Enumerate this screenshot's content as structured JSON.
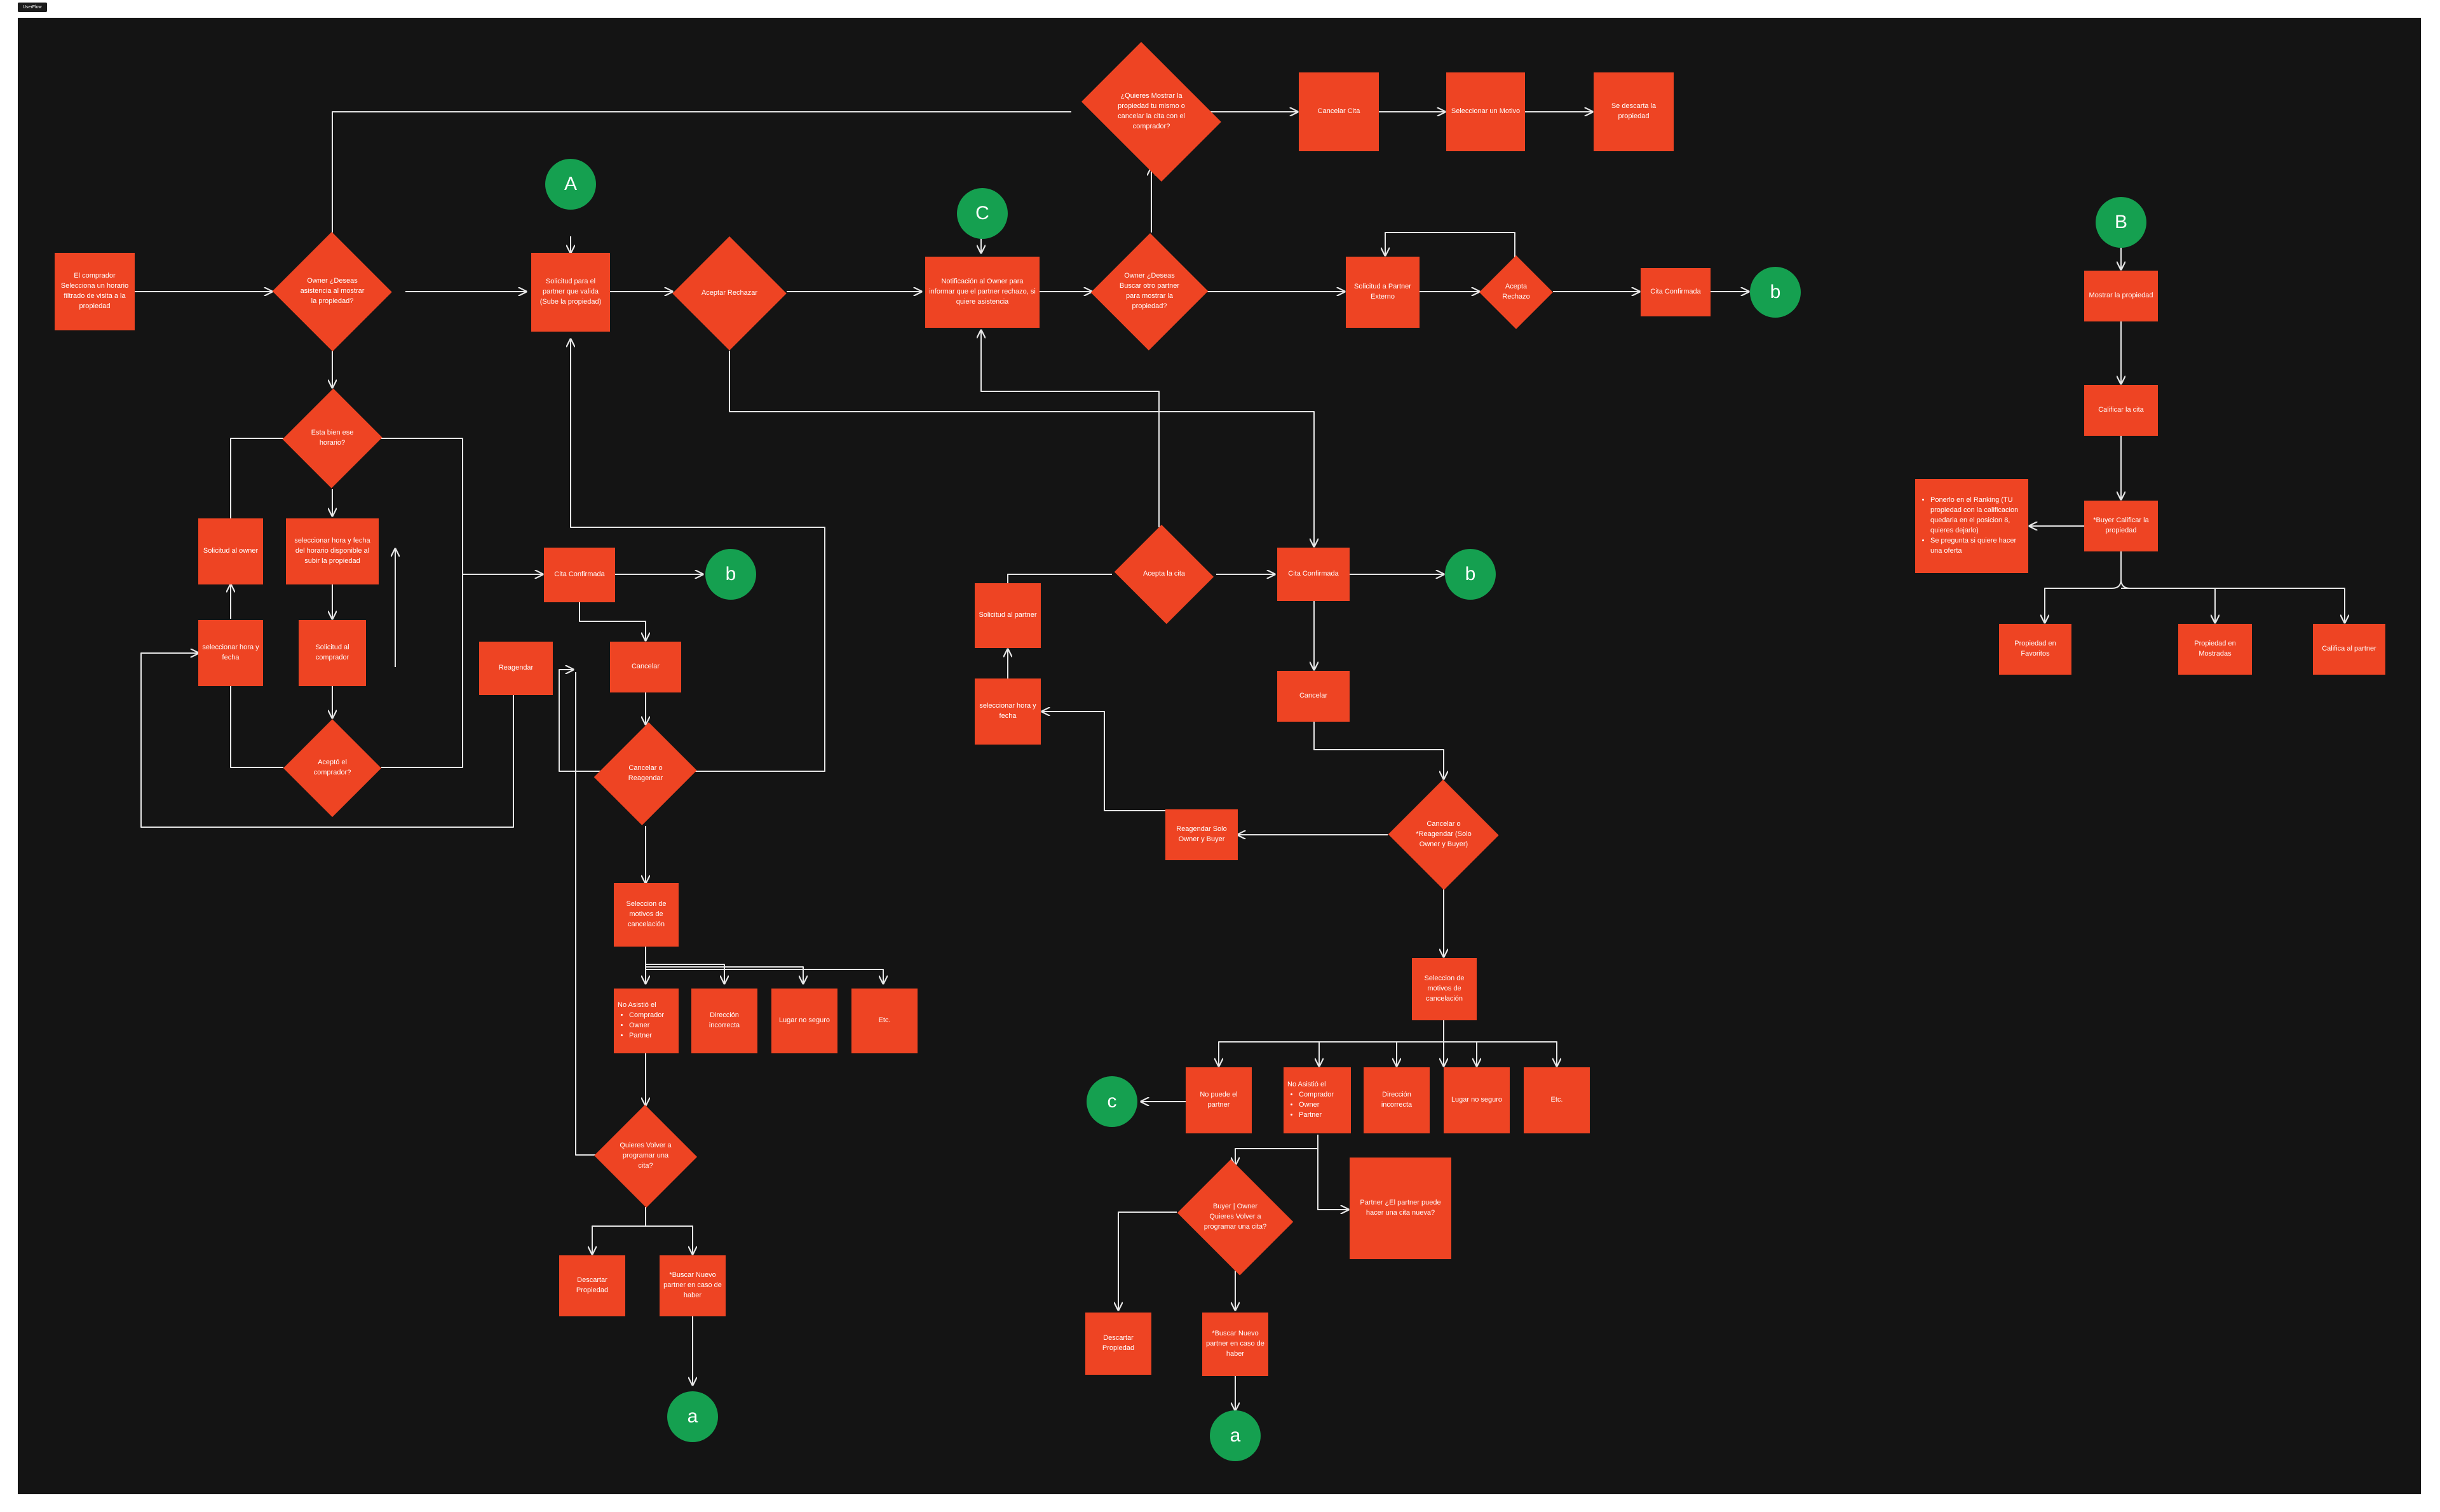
{
  "page_label": "UserFlow",
  "colors": {
    "background": "#141414",
    "box": "#ee4423",
    "connector": "#15a050",
    "line": "#e6e6e6"
  },
  "nodes": {
    "n1": "El comprador Selecciona un horario filtrado de visita a la propiedad",
    "d1": "Owner ¿Deseas asistencia al mostrar la propiedad?",
    "n2": "Solicitud para el partner que valida (Sube la propiedad)",
    "d2": "Aceptar Rechazar",
    "n3": "Notificación al Owner para informar que el partner rechazo, si quiere asistencia",
    "d3": "Owner ¿Deseas Buscar otro partner para mostrar la propiedad?",
    "d_top": "¿Quieres Mostrar la propiedad tu mismo o cancelar la cita con el comprador?",
    "n_cancelar_cita": "Cancelar Cita",
    "n_sel_motivo": "Seleccionar un Motivo",
    "n_descarta": "Se descarta la propiedad",
    "n_sol_externo": "Solicitud a Partner Externo",
    "d_acepta_rech": "Acepta Rechazo",
    "n_cita_conf_top": "Cita Confirmada",
    "d_horario": "Esta bien ese horario?",
    "n_sol_owner": "Solicitud al owner",
    "n_sel_hora_disp": "seleccionar hora y fecha del horario disponible al subir la propiedad",
    "n_sel_hora_fecha_l": "seleccionar hora y fecha",
    "n_sol_comprador": "Solicitud al comprador",
    "d_acepto_comp": "Aceptó el comprador?",
    "n_cita_conf_l": "Cita Confirmada",
    "n_reagendar": "Reagendar",
    "n_cancelar_l": "Cancelar",
    "d_cancelar_reag": "Cancelar o Reagendar",
    "n_motivos_l": "Seleccion de motivos de cancelación",
    "n_no_asistio_l_head": "No Asistió el",
    "n_no_asistio_l_items": [
      "Comprador",
      "Owner",
      "Partner"
    ],
    "n_direccion_l": "Dirección incorrecta",
    "n_lugar_l": "Lugar no seguro",
    "n_etc_l": "Etc.",
    "d_volver_l": "Quieres Volver a programar una cita?",
    "n_descartar_l": "Descartar Propiedad",
    "n_buscar_l": "*Buscar Nuevo partner en caso de haber",
    "d_acepta_cita": "Acepta la cita",
    "n_sol_partner": "Solicitud al partner",
    "n_sel_hora_m": "seleccionar hora y fecha",
    "n_cita_conf_m": "Cita Confirmada",
    "n_cancelar_m": "Cancelar",
    "d_cancel_reag_m": "Cancelar o *Reagendar (Solo Owner y Buyer)",
    "n_reag_solo": "Reagendar Solo Owner y Buyer",
    "n_motivos_m": "Seleccion de motivos de cancelación",
    "n_no_puede": "No puede el partner",
    "n_no_asistio_m_head": "No Asistió el",
    "n_no_asistio_m_items": [
      "Comprador",
      "Owner",
      "Partner"
    ],
    "n_direccion_m": "Dirección incorrecta",
    "n_lugar_m": "Lugar no seguro",
    "n_etc_m": "Etc.",
    "d_buyer_owner": "Buyer | Owner Quieres Volver a programar una cita?",
    "n_partner_q": "Partner ¿El partner puede hacer una cita nueva?",
    "n_descartar_m": "Descartar Propiedad",
    "n_buscar_m": "*Buscar Nuevo partner en caso de haber",
    "n_mostrar_prop": "Mostrar la propiedad",
    "n_calificar_cita": "Calificar la cita",
    "n_buyer_calificar": "*Buyer Calificar la propiedad",
    "n_ranking_items": [
      "Ponerlo en el Ranking (TU propiedad con la calificacion quedaria en el posicion 8, quieres dejarlo)",
      "Se pregunta si quiere hacer una oferta"
    ],
    "n_favoritos": "Propiedad en Favoritos",
    "n_mostradas": "Propiedad en Mostradas",
    "n_califica_partner": "Califica al partner"
  },
  "connectors": {
    "A": "A",
    "C_top": "C",
    "B": "B",
    "b1": "b",
    "b2": "b",
    "b3": "b",
    "c_small": "c",
    "a1": "a",
    "a2": "a"
  }
}
